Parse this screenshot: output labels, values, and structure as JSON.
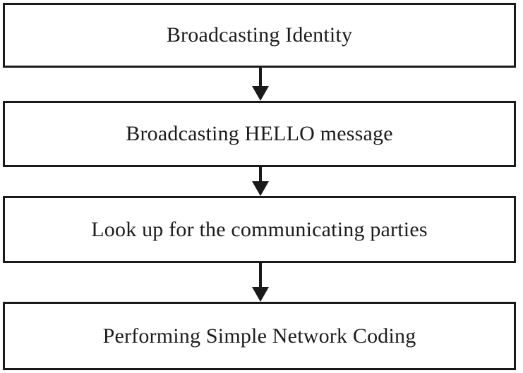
{
  "diagram": {
    "type": "flowchart",
    "direction": "top-down",
    "steps": [
      {
        "label": "Broadcasting Identity"
      },
      {
        "label": "Broadcasting HELLO message"
      },
      {
        "label": "Look up for the communicating parties"
      },
      {
        "label": "Performing Simple Network Coding"
      }
    ],
    "connectors": [
      {
        "from": 1,
        "to": 2,
        "type": "arrow-down"
      },
      {
        "from": 2,
        "to": 3,
        "type": "arrow-down"
      },
      {
        "from": 3,
        "to": 4,
        "type": "arrow-down"
      }
    ],
    "colors": {
      "box_border": "#1a1a1a",
      "box_fill": "#ffffff",
      "text": "#1c1c1c",
      "arrow": "#1a1a1a",
      "background": "#ffffff"
    }
  }
}
